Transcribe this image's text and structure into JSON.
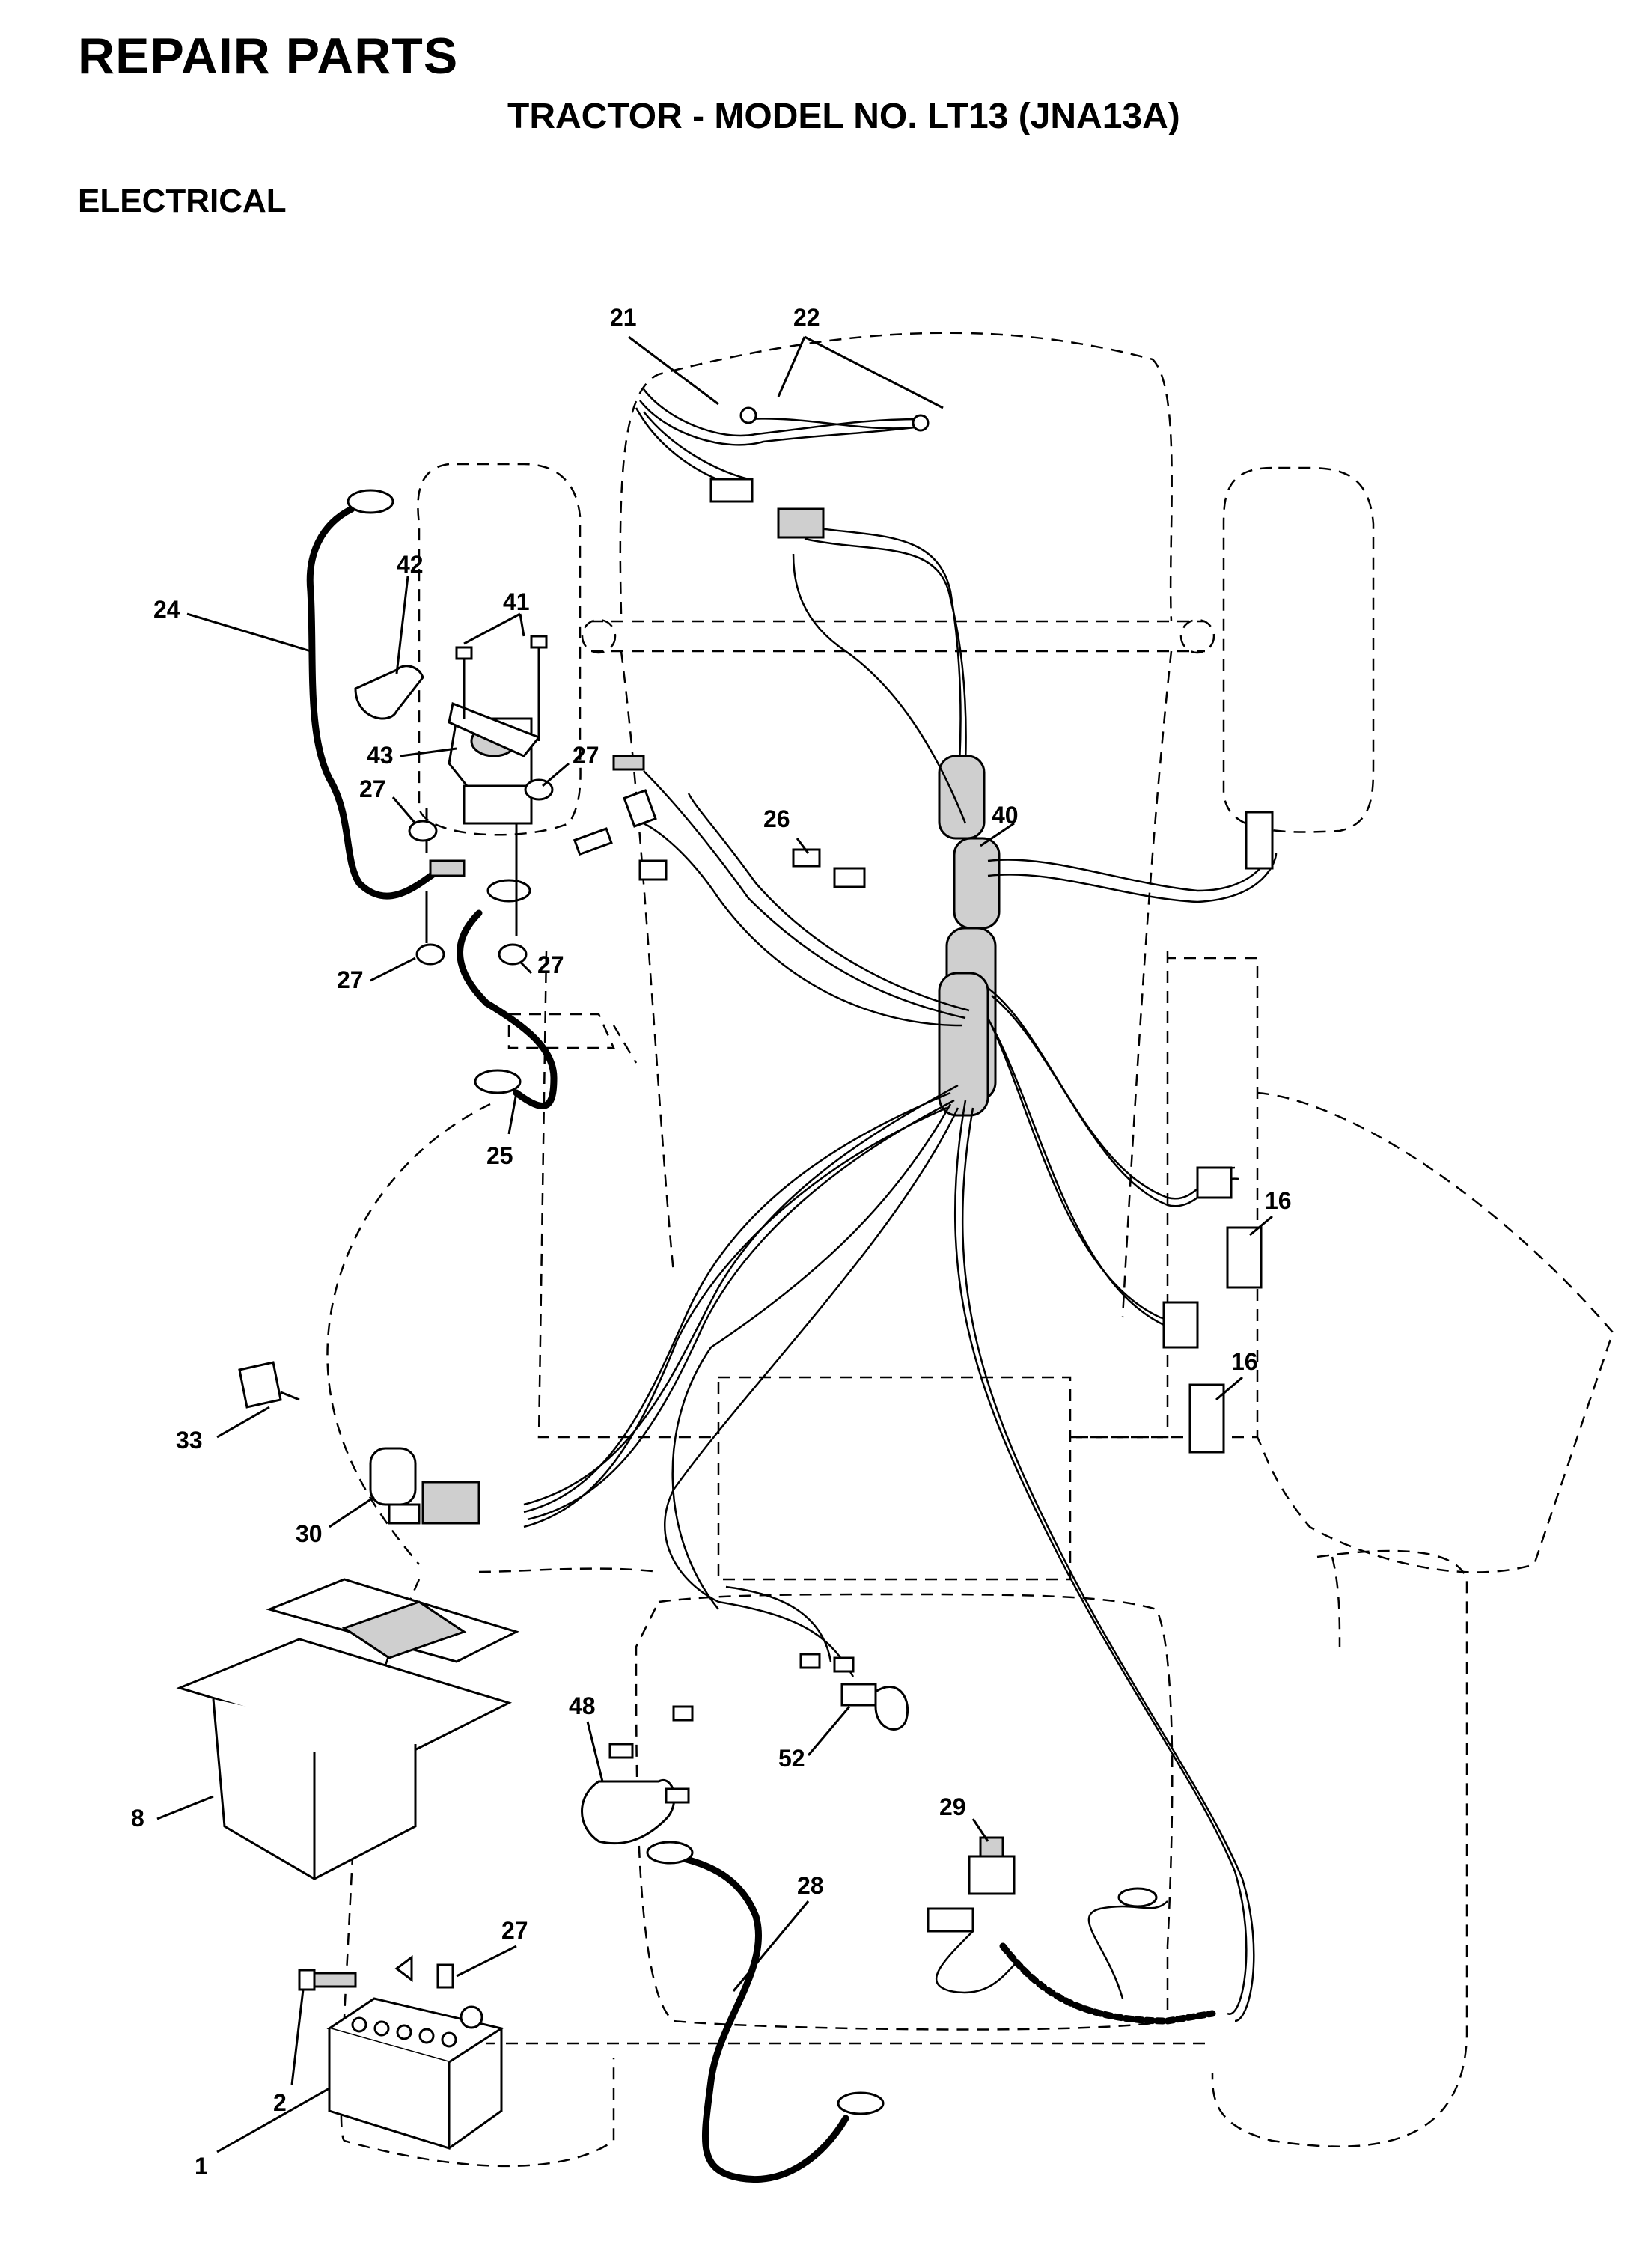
{
  "header": {
    "title": "REPAIR PARTS",
    "subtitle": "TRACTOR - MODEL NO. LT13 (JNA13A)",
    "section": "ELECTRICAL"
  },
  "callouts": [
    "21",
    "22",
    "24",
    "42",
    "41",
    "43",
    "27",
    "27",
    "27",
    "27",
    "26",
    "40",
    "25",
    "16",
    "16",
    "33",
    "30",
    "8",
    "48",
    "52",
    "29",
    "28",
    "27",
    "2",
    "1"
  ]
}
